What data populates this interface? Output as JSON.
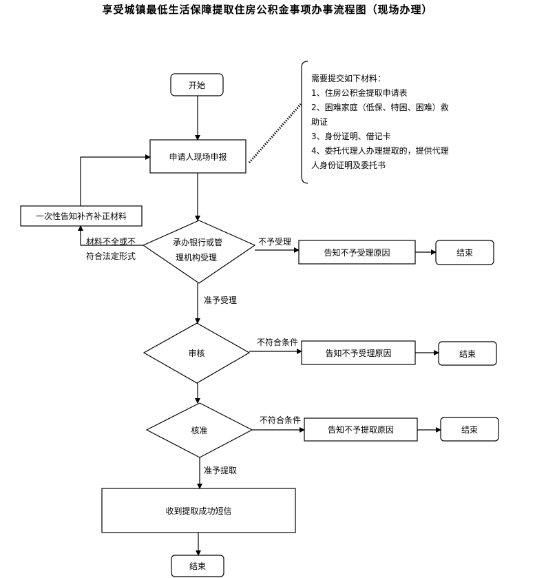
{
  "title": "享受城镇最低生活保障提取住房公积金事项办事流程图（现场办理）",
  "nodes": {
    "start": "开始",
    "apply": "申请人现场申报",
    "notify_once": "一次性告知补齐补正材料",
    "bank": [
      "承办银行或管",
      "理机构受理"
    ],
    "reject1": "告知不予受理原因",
    "end1": "结束",
    "review": "审核",
    "reject2": "告知不予受理原因",
    "end2": "结束",
    "approve": "核准",
    "reject3": "告知不予提取原因",
    "end3": "结束",
    "sms": "收到提取成功短信",
    "end4": "结束"
  },
  "edge_labels": {
    "incomplete": [
      "材料不全或不",
      "符合法定形式"
    ],
    "not_accepted": "不予受理",
    "accepted": "准予受理",
    "not_qualified_1": "不符合条件",
    "not_qualified_2": "不符合条件",
    "approved_withdraw": "准予提取"
  },
  "materials": {
    "heading": "需要提交如下材料：",
    "lines": [
      "1、住房公积金提取申请表",
      "2、困难家庭（低保、特困、困难）救",
      "助证",
      "3、身份证明、借记卡",
      "4、委托代理人办理提取的，提供代理",
      "人身份证明及委托书"
    ]
  }
}
